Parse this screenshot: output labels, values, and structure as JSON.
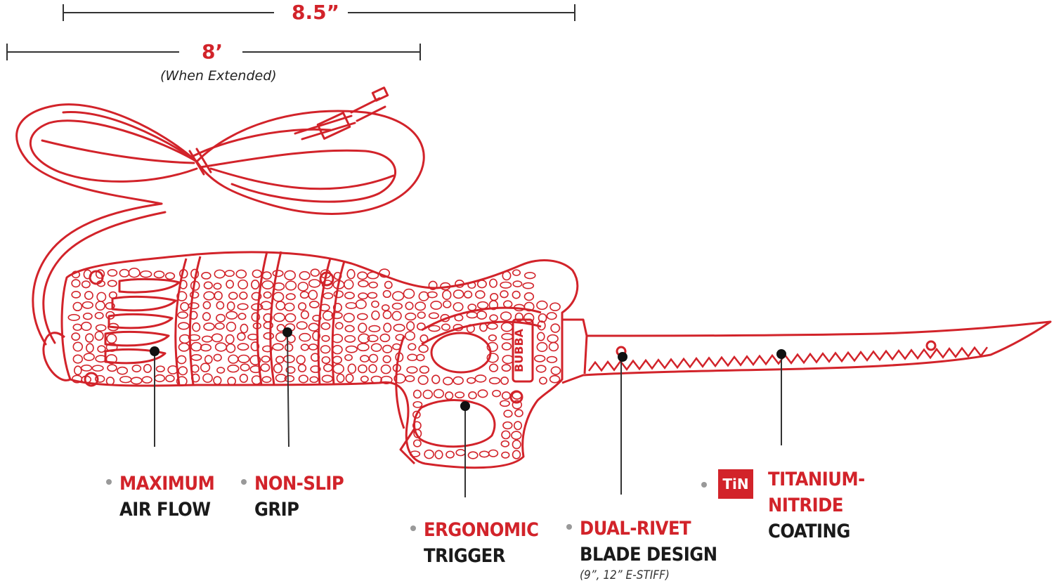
{
  "dimensions": {
    "top_label": "8.5”",
    "cord_label": "8’",
    "cord_note": "(When Extended)"
  },
  "product": {
    "brand_mark": "BUBBA"
  },
  "callouts": [
    {
      "id": "air-flow",
      "line1": "MAXIMUM",
      "line2": "AIR FLOW"
    },
    {
      "id": "grip",
      "line1": "NON-SLIP",
      "line2": "GRIP"
    },
    {
      "id": "trigger",
      "line1": "ERGONOMIC",
      "line2": "TRIGGER"
    },
    {
      "id": "rivet",
      "line1": "DUAL-RIVET",
      "line2": "BLADE DESIGN",
      "note": "(9”, 12” E-STIFF)"
    },
    {
      "id": "coating",
      "badge": "TiN",
      "line1": "TITANIUM-",
      "line2": "NITRIDE",
      "line3": "COATING"
    }
  ],
  "colors": {
    "accent": "#d2232a",
    "text": "#1a1a1a",
    "leader": "#222222"
  }
}
